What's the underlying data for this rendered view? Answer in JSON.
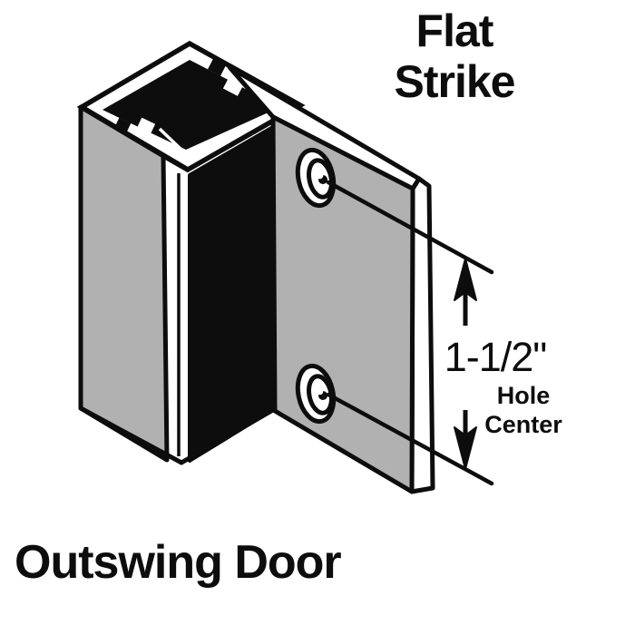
{
  "diagram": {
    "heading": {
      "line1": "Flat",
      "line2": "Strike"
    },
    "dimension": {
      "value": "1-1/2\"",
      "label_line1": "Hole",
      "label_line2": "Center"
    },
    "caption": "Outswing Door",
    "colors": {
      "face_gray": "#b1b1b1",
      "ink": "#0d0d0d",
      "background": "#ffffff"
    }
  }
}
